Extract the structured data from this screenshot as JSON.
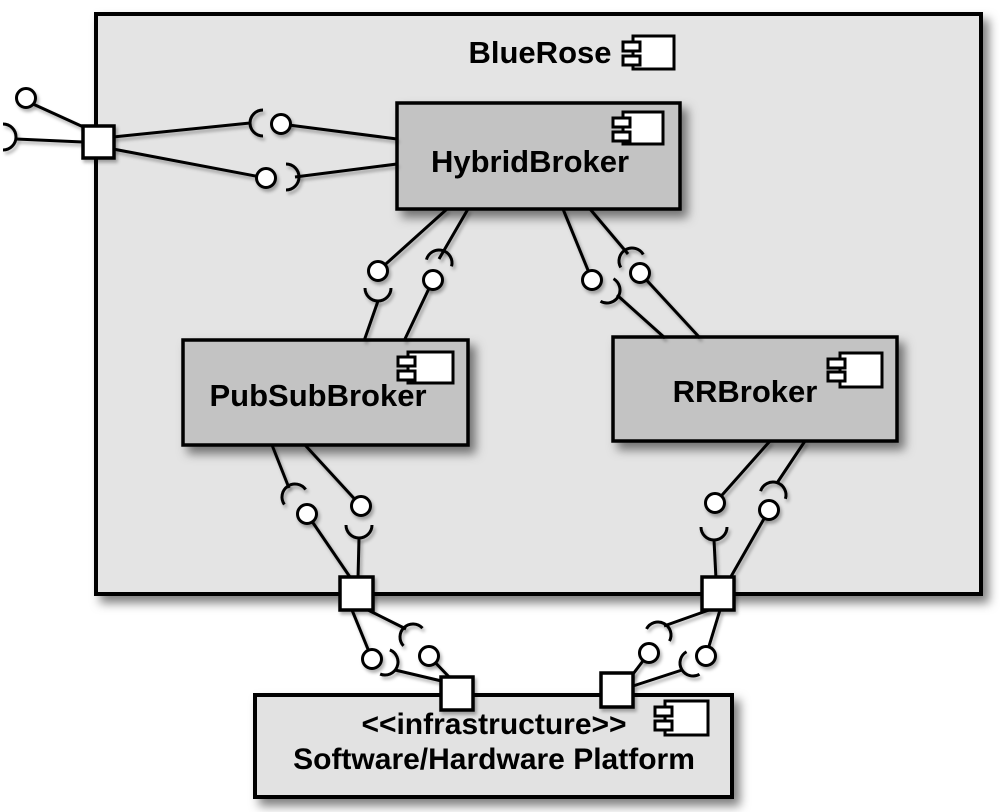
{
  "diagram": {
    "type": "uml-component-diagram",
    "system": {
      "label": "BlueRose"
    },
    "components": {
      "hybrid": {
        "label": "HybridBroker"
      },
      "pubsub": {
        "label": "PubSubBroker"
      },
      "rr": {
        "label": "RRBroker"
      }
    },
    "platform": {
      "stereotype": "<<infrastructure>>",
      "label": "Software/Hardware Platform"
    },
    "colors": {
      "background": "#ffffff",
      "system_fill": "#e4e4e4",
      "component_fill": "#c3c3c3",
      "platform_fill": "#e2e2e2",
      "stroke": "#000000",
      "port_fill": "#ffffff"
    }
  }
}
